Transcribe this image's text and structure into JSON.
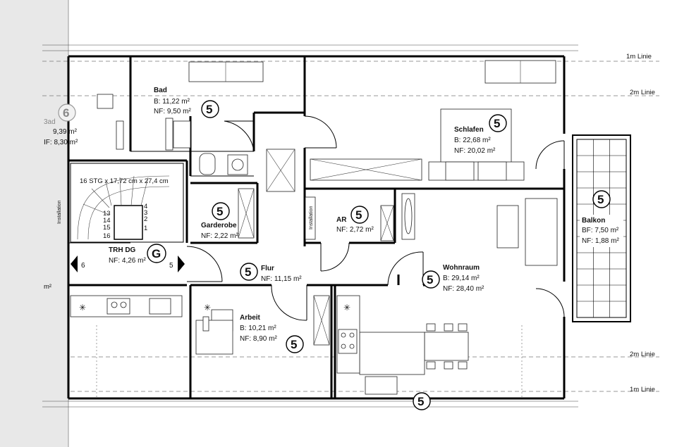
{
  "lines": {
    "top_1m": "1m Linie",
    "top_2m": "2m Linie",
    "bottom_2m": "2m Linie",
    "bottom_1m": "1m Linie"
  },
  "rooms": {
    "bad": {
      "name": "Bad",
      "b": "B:  11,22 m²",
      "nf": "NF: 9,50 m²",
      "num": "5"
    },
    "schlafen": {
      "name": "Schlafen",
      "b": "B:   22,68 m²",
      "nf": "NF: 20,02 m²",
      "num": "5"
    },
    "balkon": {
      "name": "Balkon",
      "bf": "BF: 7,50 m²",
      "nf": "NF: 1,88 m²",
      "num": "5"
    },
    "garderobe": {
      "name": "Garderobe",
      "nf": "NF: 2,22 m²",
      "num": "5"
    },
    "ar": {
      "name": "AR",
      "nf": "NF: 2,72 m²",
      "num": "5",
      "installation": "Installation"
    },
    "trh": {
      "name": "TRH DG",
      "nf": "NF: 4,26 m²",
      "num": "G",
      "left_arrow": "6",
      "right_arrow": "5"
    },
    "flur": {
      "name": "Flur",
      "nf": "NF: 11,15 m²",
      "num": "5"
    },
    "wohnraum": {
      "name": "Wohnraum",
      "b": "B:   29,14 m²",
      "nf": "NF: 28,40 m²",
      "num": "5"
    },
    "arbeit": {
      "name": "Arbeit",
      "b": "B: 10,21 m²",
      "nf": "NF: 8,90 m²",
      "num": "5"
    },
    "neighbour_bad": {
      "name": "3ad",
      "b": "9,39 m²",
      "nf": "IF: 8,30 m²",
      "num": "6",
      "installation": "Installation",
      "m2": "m²"
    }
  },
  "stair": {
    "label": "16 STG x 17,72 cm x 27,4 cm",
    "steps": [
      "1",
      "2",
      "3",
      "4",
      "13",
      "14",
      "15",
      "16"
    ]
  },
  "bottom_numbers": [
    "5"
  ]
}
